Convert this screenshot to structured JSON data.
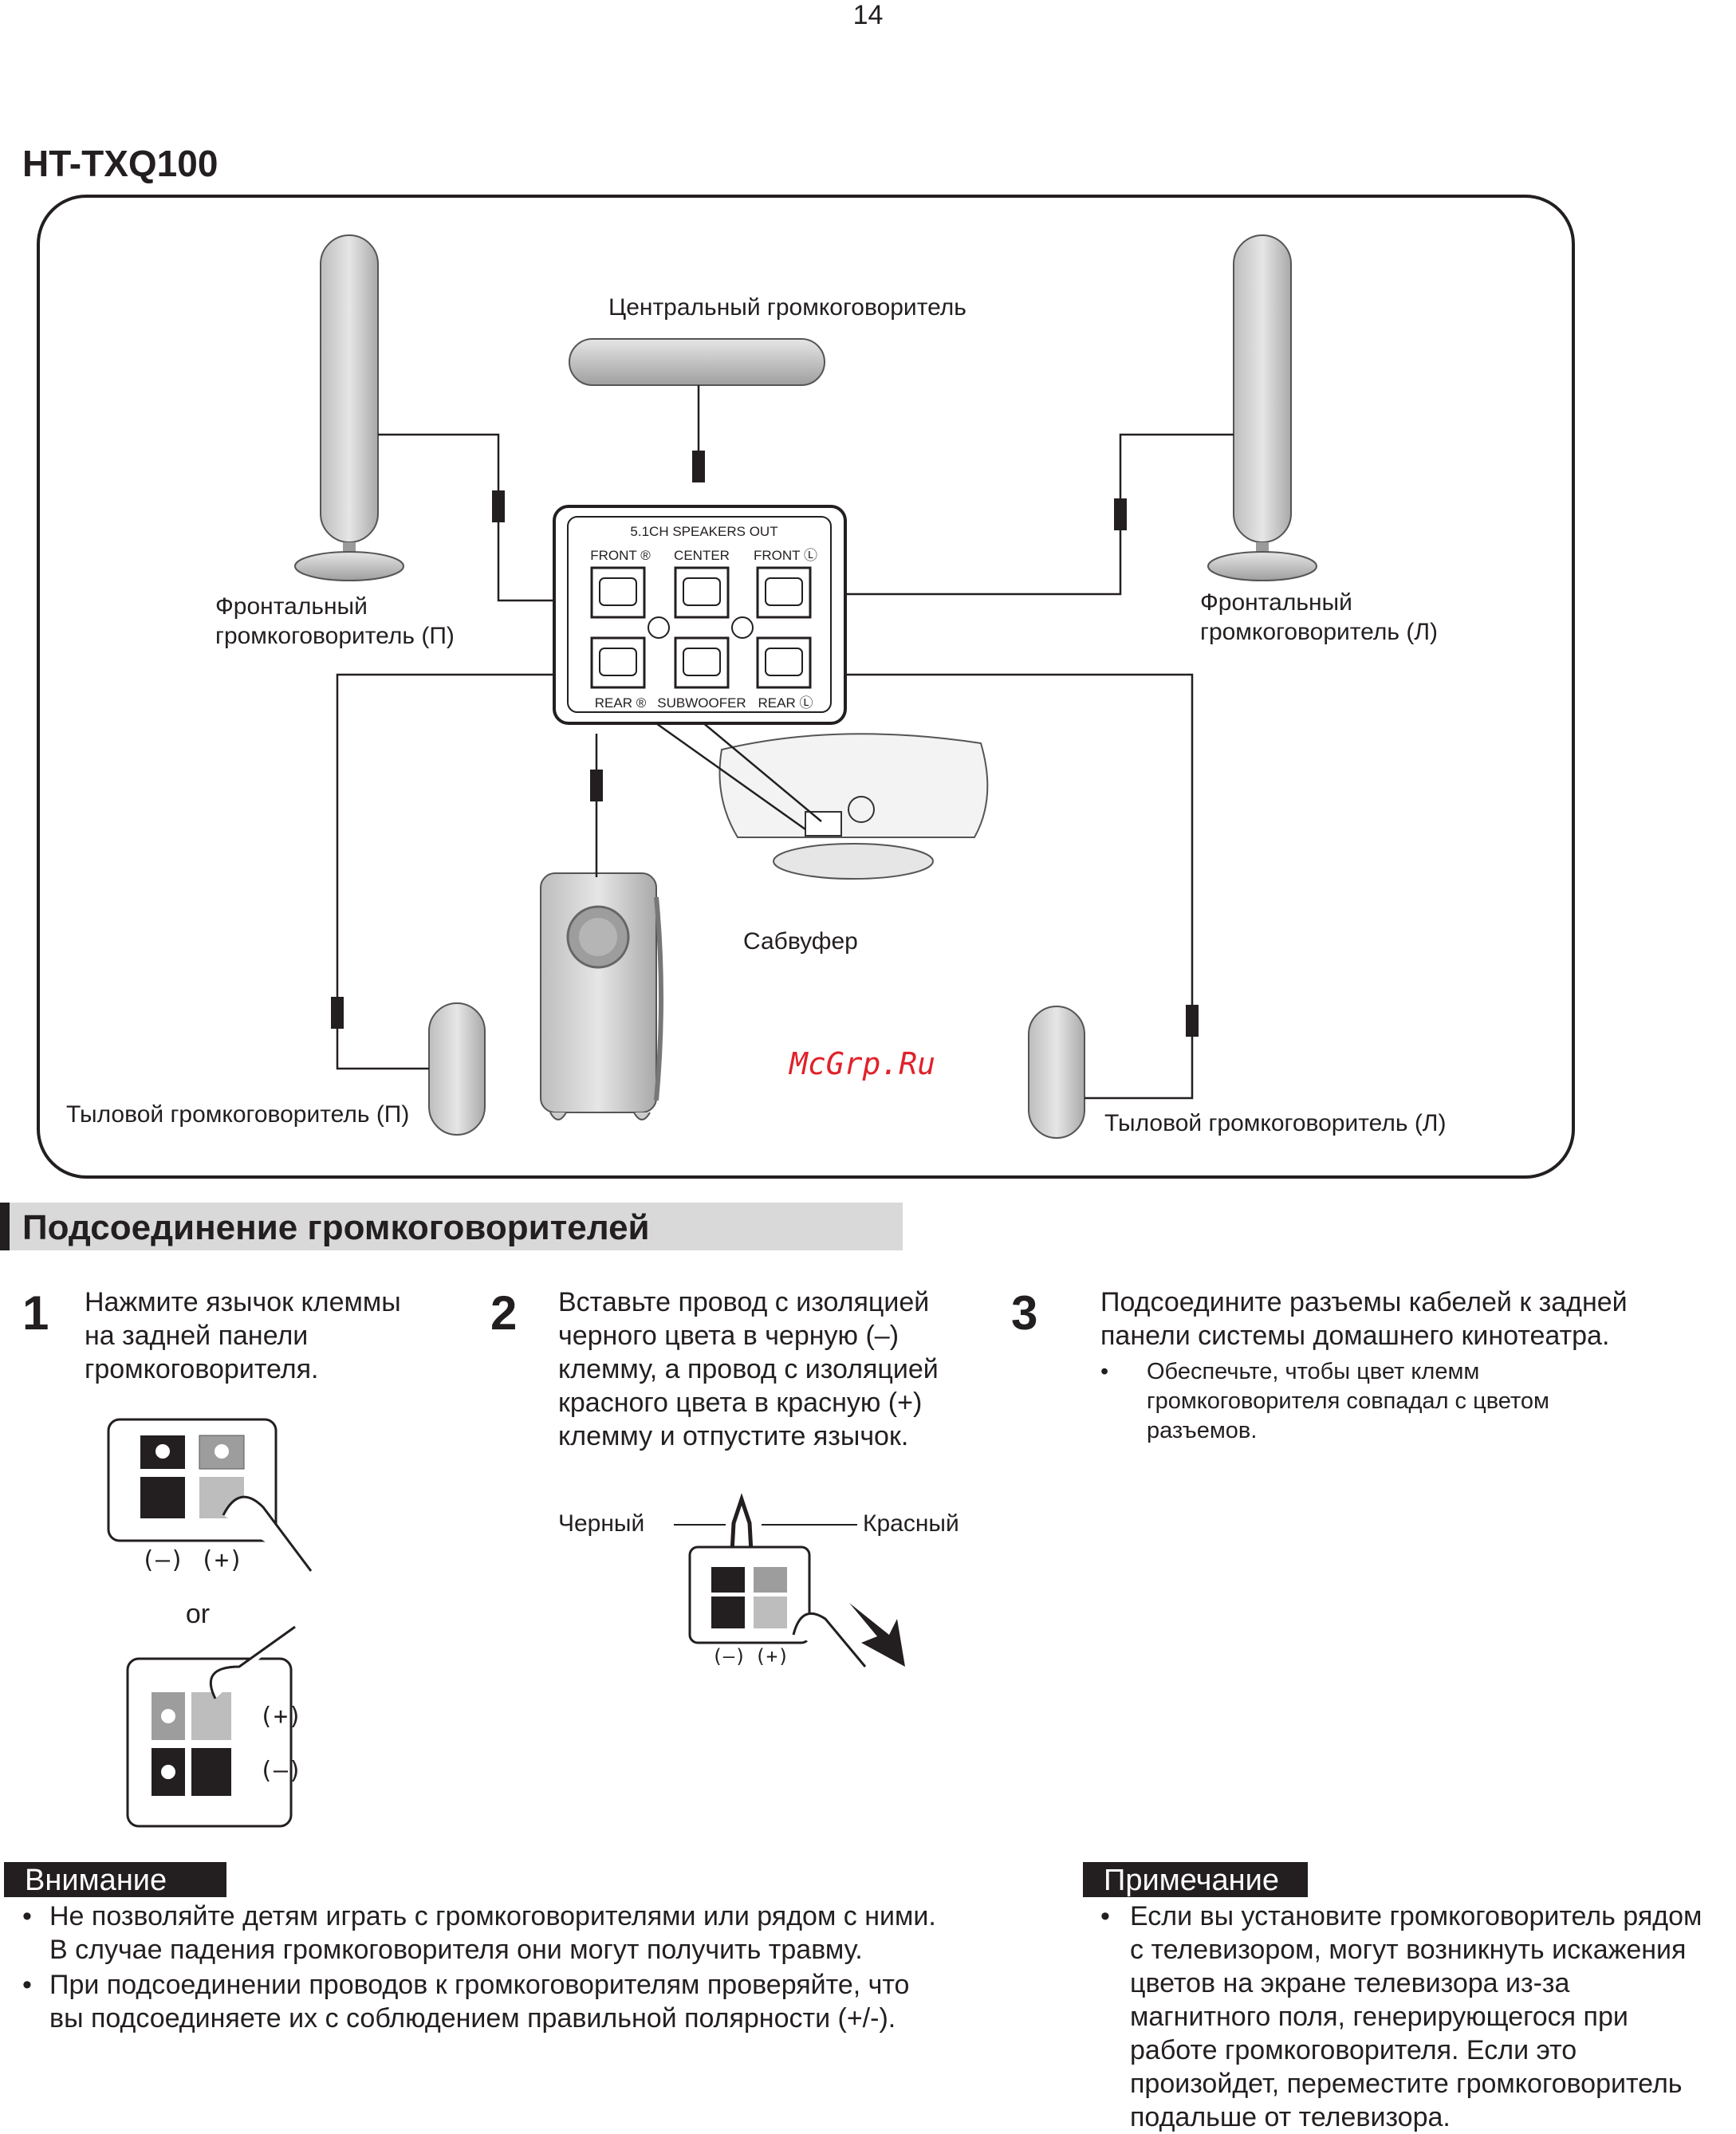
{
  "page_number": "14",
  "model_title": "HT-TXQ100",
  "diagram": {
    "center_speaker_label": "Центральный громкоговоритель",
    "front_right_label_1": "Фронтальный",
    "front_right_label_2": "громкоговоритель (П)",
    "front_left_label_1": "Фронтальный",
    "front_left_label_2": "громкоговоритель (Л)",
    "subwoofer_label": "Сабвуфер",
    "rear_right_label": "Тыловой громкоговоритель (П)",
    "rear_left_label": "Тыловой громкоговоритель (Л)",
    "watermark": "McGrp.Ru",
    "panel": {
      "title": "5.1CH SPEAKERS OUT",
      "front_r": "FRONT ®",
      "center": "CENTER",
      "front_l": "FRONT Ⓛ",
      "rear_r": "REAR ®",
      "subwoofer": "SUBWOOFER",
      "rear_l": "REAR Ⓛ"
    }
  },
  "section_title": "Подсоединение громкоговорителей",
  "steps": [
    {
      "number": "1",
      "lines": [
        "Нажмите язычок клеммы",
        "на задней панели",
        "громкоговорителя."
      ]
    },
    {
      "number": "2",
      "lines": [
        "Вставьте провод с изоляцией",
        "черного цвета в черную (–)",
        "клемму, а провод с изоляцией",
        "красного цвета в красную (+)",
        "клемму и отпустите язычок."
      ]
    },
    {
      "number": "3",
      "lines": [
        "Подсоедините разъемы кабелей к задней",
        "панели системы домашнего кинотеатра."
      ],
      "bullet_lines": [
        "Обеспечьте, чтобы цвет клемм",
        "громкоговорителя совпадал с цветом",
        "разъемов."
      ]
    }
  ],
  "figure1": {
    "minus": "(–)",
    "plus": "(+)",
    "or": "or"
  },
  "figure2": {
    "black": "Черный",
    "red": "Красный",
    "minus": "(–)",
    "plus": "(+)"
  },
  "caution": {
    "header": "Внимание",
    "items": [
      [
        "Не позволяйте детям играть с громкоговорителями или рядом с ними.",
        "В случае падения громкоговорителя они могут получить травму."
      ],
      [
        "При подсоединении проводов к громкоговорителям проверяйте, что",
        "вы подсоединяете их с соблюдением правильной полярности (+/-)."
      ]
    ]
  },
  "note": {
    "header": "Примечание",
    "lines": [
      "Если вы установите громкоговоритель рядом",
      "с телевизором, могут возникнуть искажения",
      "цветов на экране телевизора из-за",
      "магнитного поля, генерирующегося при",
      "работе громкоговорителя. Если это",
      "произойдет, переместите громкоговоритель",
      "подальше от телевизора."
    ]
  }
}
